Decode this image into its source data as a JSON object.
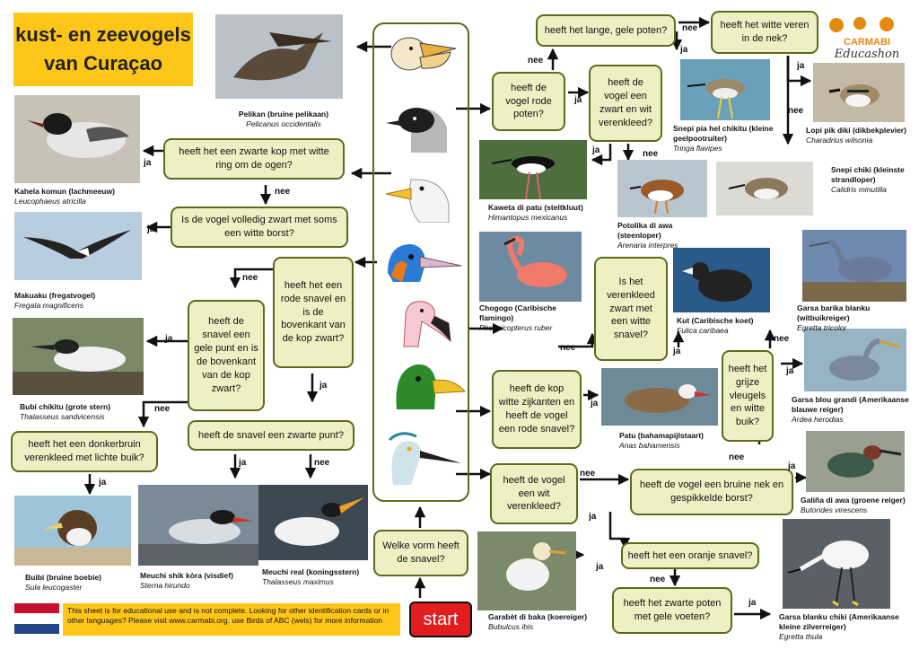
{
  "title": {
    "line1": "kust- en zeevogels",
    "line2": "van Curaçao"
  },
  "logo": {
    "text": "CARMABI",
    "script": "Educashon"
  },
  "start": "start",
  "footer": "This sheet is for educational use and is not complete. Looking for other identification cards or in other languages? Please visit www.carmabi.org. use Birds of ABC (wels) for more information",
  "questions": {
    "q_shape": "Welke vorm heeft de snavel?",
    "q_blackhead": "heeft het een zwarte kop met witte ring om de ogen?",
    "q_allblack": "Is de vogel volledig zwart met soms een witte borst?",
    "q_redbill": "heeft het een rode snavel en is de bovenkant van de kop zwart?",
    "q_yellowtip": "heeft de snavel een gele punt en is de bovenkant van de kop zwart?",
    "q_blacktip": "heeft de snavel een zwarte punt?",
    "q_brown": "heeft het een donkerbruin verenkleed met lichte buik?",
    "q_redlegs": "heeft de vogel rode poten?",
    "q_blackwhite": "heeft de vogel een zwart en wit verenkleed?",
    "q_yellowlegs": "heeft het lange, gele poten?",
    "q_whiteneck": "heeft het witte veren in de nek?",
    "q_allblack2": "Is het verenkleed zwart met een witte snavel?",
    "q_grey": "heeft het grijze vleugels en witte buik?",
    "q_whitecheeks": "heeft de kop witte zijkanten en heeft de vogel een rode snavel?",
    "q_white": "heeft de vogel een wit verenkleed?",
    "q_brownneck": "heeft de vogel een bruine nek en gespikkelde borst?",
    "q_orange": "heeft het een oranje snavel?",
    "q_blacklegs": "heeft het zwarte poten met gele voeten?"
  },
  "answers": {
    "ja": "ja",
    "nee": "nee"
  },
  "birds": {
    "pelican": {
      "local": "Pelikan (bruine pelikaan)",
      "latin": "Pelicanus occidentalis"
    },
    "gull": {
      "local": "Kahela komun (lachmeeuw)",
      "latin": "Leucophaeus atricilla"
    },
    "frigate": {
      "local": "Makuaku (fregatvogel)",
      "latin": "Fregata magnificens"
    },
    "royaltern": {
      "local": "Bubi chikitu (grote stern)",
      "latin": "Thalasseus sandvicensis"
    },
    "booby": {
      "local": "Buibi (bruine boebie)",
      "latin": "Sula leucogaster"
    },
    "commontern": {
      "local": "Meuchi shik kòra (visdief)",
      "latin": "Sterna hirundo"
    },
    "royal": {
      "local": "Meuchi real (koningsstern)",
      "latin": "Thalasseus maximus"
    },
    "stilt": {
      "local": "Kaweta di patu (steltkluut)",
      "latin": "Himantopus mexicanus"
    },
    "flamingo": {
      "local": "Chogogo (Caribische flamingo)",
      "latin": "Phoenicopterus ruber"
    },
    "yellowlegs": {
      "local": "Snepi pia hel chikitu (kleine geelpootruiter)",
      "latin": "Tringa flavipes"
    },
    "plover": {
      "local": "Lopi pik diki (dikbekplevier)",
      "latin": "Charadrius wilsonia"
    },
    "turnstone": {
      "local": "Potolika di awa (steenloper)",
      "latin": "Arenaria interpres"
    },
    "sandpiper": {
      "local": "Snepi chiki (kleinste strandloper)",
      "latin": "Calidris minutilla"
    },
    "coot": {
      "local": "Kut (Caribische koet)",
      "latin": "Fulica caribaea"
    },
    "triheron": {
      "local": "Garsa barika blanku (witbuikreiger)",
      "latin": "Egretta tricolor"
    },
    "gbheron": {
      "local": "Garsa blou grandi (Amerikaanse blauwe reiger)",
      "latin": "Ardea herodias"
    },
    "pintail": {
      "local": "Patu (bahamapijlstaart)",
      "latin": "Anas bahamensis"
    },
    "greenheron": {
      "local": "Galiña di awa (groene reiger)",
      "latin": "Butorides virescens"
    },
    "cattle": {
      "local": "Garabèt di baka (koereiger)",
      "latin": "Bubulcus ibis"
    },
    "snowy": {
      "local": "Garsa blanku chiki (Amerikaanse kleine zilverreiger)",
      "latin": "Egretta thula"
    }
  }
}
